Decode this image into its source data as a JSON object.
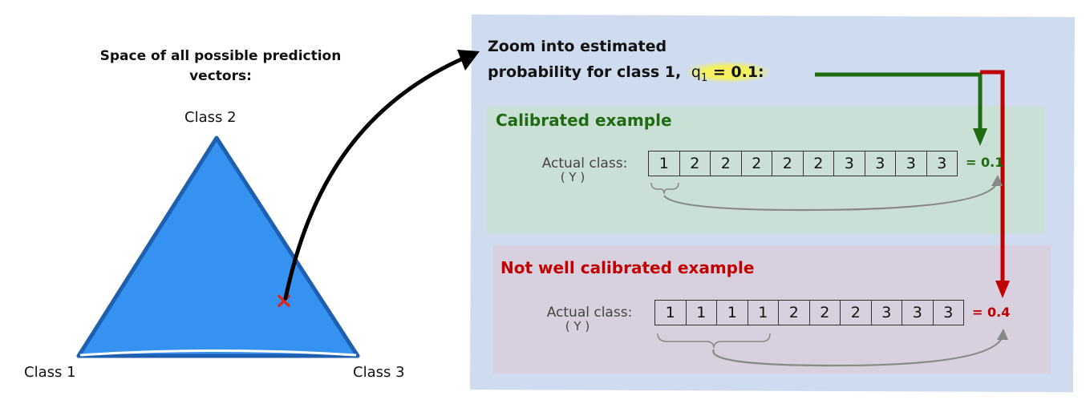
{
  "left": {
    "title_line1": "Space of all possible prediction",
    "title_line2": "vectors:",
    "vertex_top": "Class 2",
    "vertex_left": "Class 1",
    "vertex_right": "Class 3",
    "marker": "×"
  },
  "zoom": {
    "title_line1": "Zoom into estimated",
    "title_line2_prefix": "probability for class 1,",
    "q_symbol": "q",
    "q_subscript": "1",
    "q_value": "= 0.1:"
  },
  "calibrated": {
    "title": "Calibrated example",
    "actual_label": "Actual class:",
    "y_label": "( Y )",
    "cells": [
      "1",
      "2",
      "2",
      "2",
      "2",
      "2",
      "3",
      "3",
      "3",
      "3"
    ],
    "result": "= 0.1"
  },
  "not_calibrated": {
    "title": "Not well calibrated example",
    "actual_label": "Actual class:",
    "y_label": "( Y )",
    "cells": [
      "1",
      "1",
      "1",
      "1",
      "2",
      "2",
      "2",
      "3",
      "3",
      "3"
    ],
    "result": "= 0.4"
  },
  "colors": {
    "triangle": "#3592f0",
    "triangle_edge": "#1f5fb0",
    "green": "#1e6b12",
    "red": "#c00000",
    "highlight": "#f4f060"
  }
}
